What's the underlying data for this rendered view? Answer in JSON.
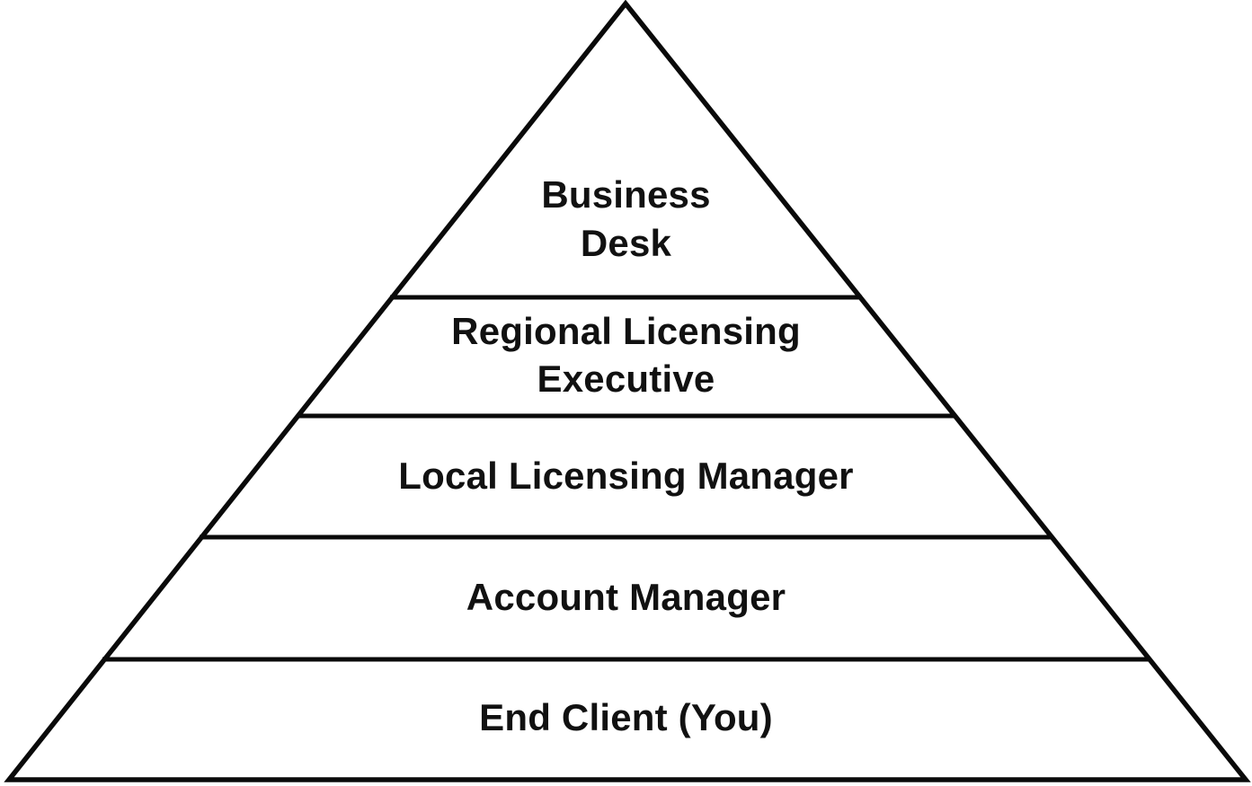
{
  "diagram": {
    "type": "pyramid",
    "description": "Five-level licensing hierarchy pyramid, apex at top",
    "levels": [
      {
        "rank": 1,
        "label": "Business Desk",
        "display": "Business\nDesk"
      },
      {
        "rank": 2,
        "label": "Regional Licensing Executive",
        "display": "Regional Licensing\nExecutive"
      },
      {
        "rank": 3,
        "label": "Local Licensing Manager",
        "display": "Local Licensing Manager"
      },
      {
        "rank": 4,
        "label": "Account Manager",
        "display": "Account Manager"
      },
      {
        "rank": 5,
        "label": "End Client (You)",
        "display": "End Client (You)"
      }
    ]
  },
  "colors": {
    "outline": "#0a0a0a",
    "fill": "#ffffff",
    "text": "#111111",
    "background": "#ffffff"
  }
}
